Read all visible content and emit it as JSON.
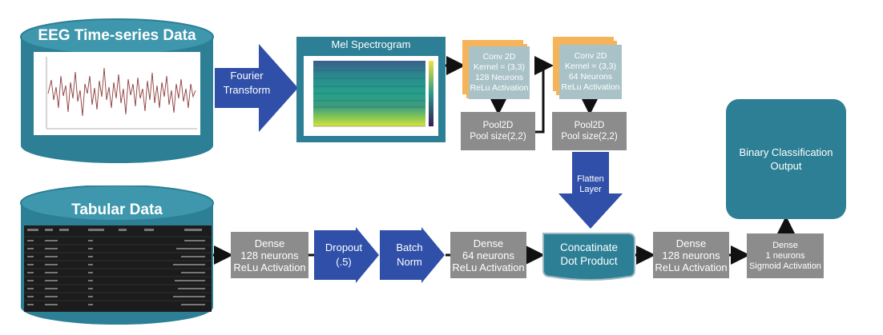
{
  "eeg": {
    "title": "EEG Time-series Data"
  },
  "fourier": {
    "line1": "Fourier",
    "line2": "Transform"
  },
  "spectrogram": {
    "title": "Mel Spectrogram"
  },
  "conv1": {
    "l1": "Conv 2D",
    "l2": "Kernel = (3,3)",
    "l3": "128 Neurons",
    "l4": "ReLu Activation"
  },
  "conv2": {
    "l1": "Conv 2D",
    "l2": "Kernel = (3,3)",
    "l3": "64 Neurons",
    "l4": "ReLu Activation"
  },
  "pool1": {
    "l1": "Pool2D",
    "l2": "Pool size(2,2)"
  },
  "pool2": {
    "l1": "Pool2D",
    "l2": "Pool size(2,2)"
  },
  "flatten": {
    "l1": "Flatten",
    "l2": "Layer"
  },
  "output": {
    "l1": "Binary Classification",
    "l2": "Output"
  },
  "tabular": {
    "title": "Tabular Data"
  },
  "dense1": {
    "l1": "Dense",
    "l2": "128 neurons",
    "l3": "ReLu Activation"
  },
  "dropout": {
    "l1": "Dropout",
    "l2": "(.5)"
  },
  "batchnorm": {
    "l1": "Batch",
    "l2": "Norm"
  },
  "dense2": {
    "l1": "Dense",
    "l2": "64 neurons",
    "l3": "ReLu Activation"
  },
  "concat": {
    "l1": "Concatinate",
    "l2": "Dot Product"
  },
  "dense3": {
    "l1": "Dense",
    "l2": "128 neurons",
    "l3": "ReLu Activation"
  },
  "dense4": {
    "l1": "Dense",
    "l2": "1 neurons",
    "l3": "Sigmoid Activation"
  },
  "colors": {
    "teal": "#2c7f95",
    "blue": "#2f4fa8",
    "gray": "#8c8c8c",
    "orange": "#f5b45a",
    "light": "#a9c2c8"
  }
}
